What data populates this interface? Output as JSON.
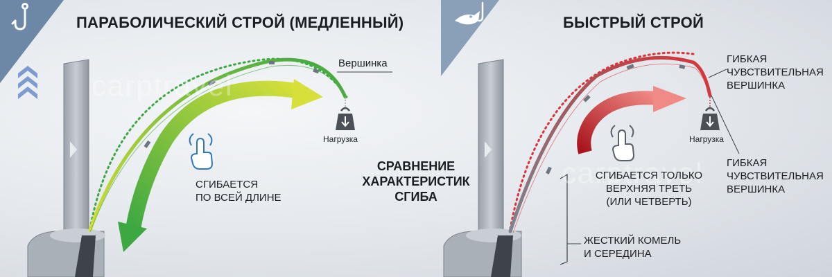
{
  "left": {
    "title": "ПАРАБОЛИЧЕСКИЙ СТРОЙ (МЕДЛЕННЫЙ)",
    "tip_label": "Вершинка",
    "load_label": "Нагрузка",
    "bend_text_1": "СГИБАЕТСЯ",
    "bend_text_2": "ПО ВСЕЙ ДЛИНЕ"
  },
  "center": {
    "line1": "СРАВНЕНИЕ",
    "line2": "ХАРАКТЕРИСТИК",
    "line3": "СГИБА"
  },
  "right": {
    "title": "БЫСТРЫЙ СТРОЙ",
    "tip_label_top_1": "ГИБКАЯ",
    "tip_label_top_2": "ЧУВСТВИТЕЛЬНАЯ",
    "tip_label_top_3": "ВЕРШИНКА",
    "load_label": "Нагрузка",
    "tip_label_bottom_1": "ГИБКАЯ",
    "tip_label_bottom_2": "ЧУВСТВИТЕЛЬНАЯ",
    "tip_label_bottom_3": "ВЕРШИНКА",
    "bend_text_1": "СГИБАЕТСЯ ТОЛЬКО",
    "bend_text_2": "ВЕРХНЯЯ ТРЕТЬ",
    "bend_text_3": "(ИЛИ ЧЕТВЕРТЬ)",
    "butt_label_1": "ЖЕСТКИЙ КОМЕЛЬ",
    "butt_label_2": "И СЕРЕДИНА"
  },
  "watermark": "carptravel",
  "colors": {
    "slow_green": "#3da842",
    "slow_yellow": "#d7e03a",
    "fast_red": "#d8343a",
    "corner_blue": "#6d88a6"
  },
  "icons": [
    "fishing-hook-icon",
    "chevron-up-icon",
    "fish-hook-icon",
    "weight-icon",
    "hand-pointer-icon"
  ]
}
